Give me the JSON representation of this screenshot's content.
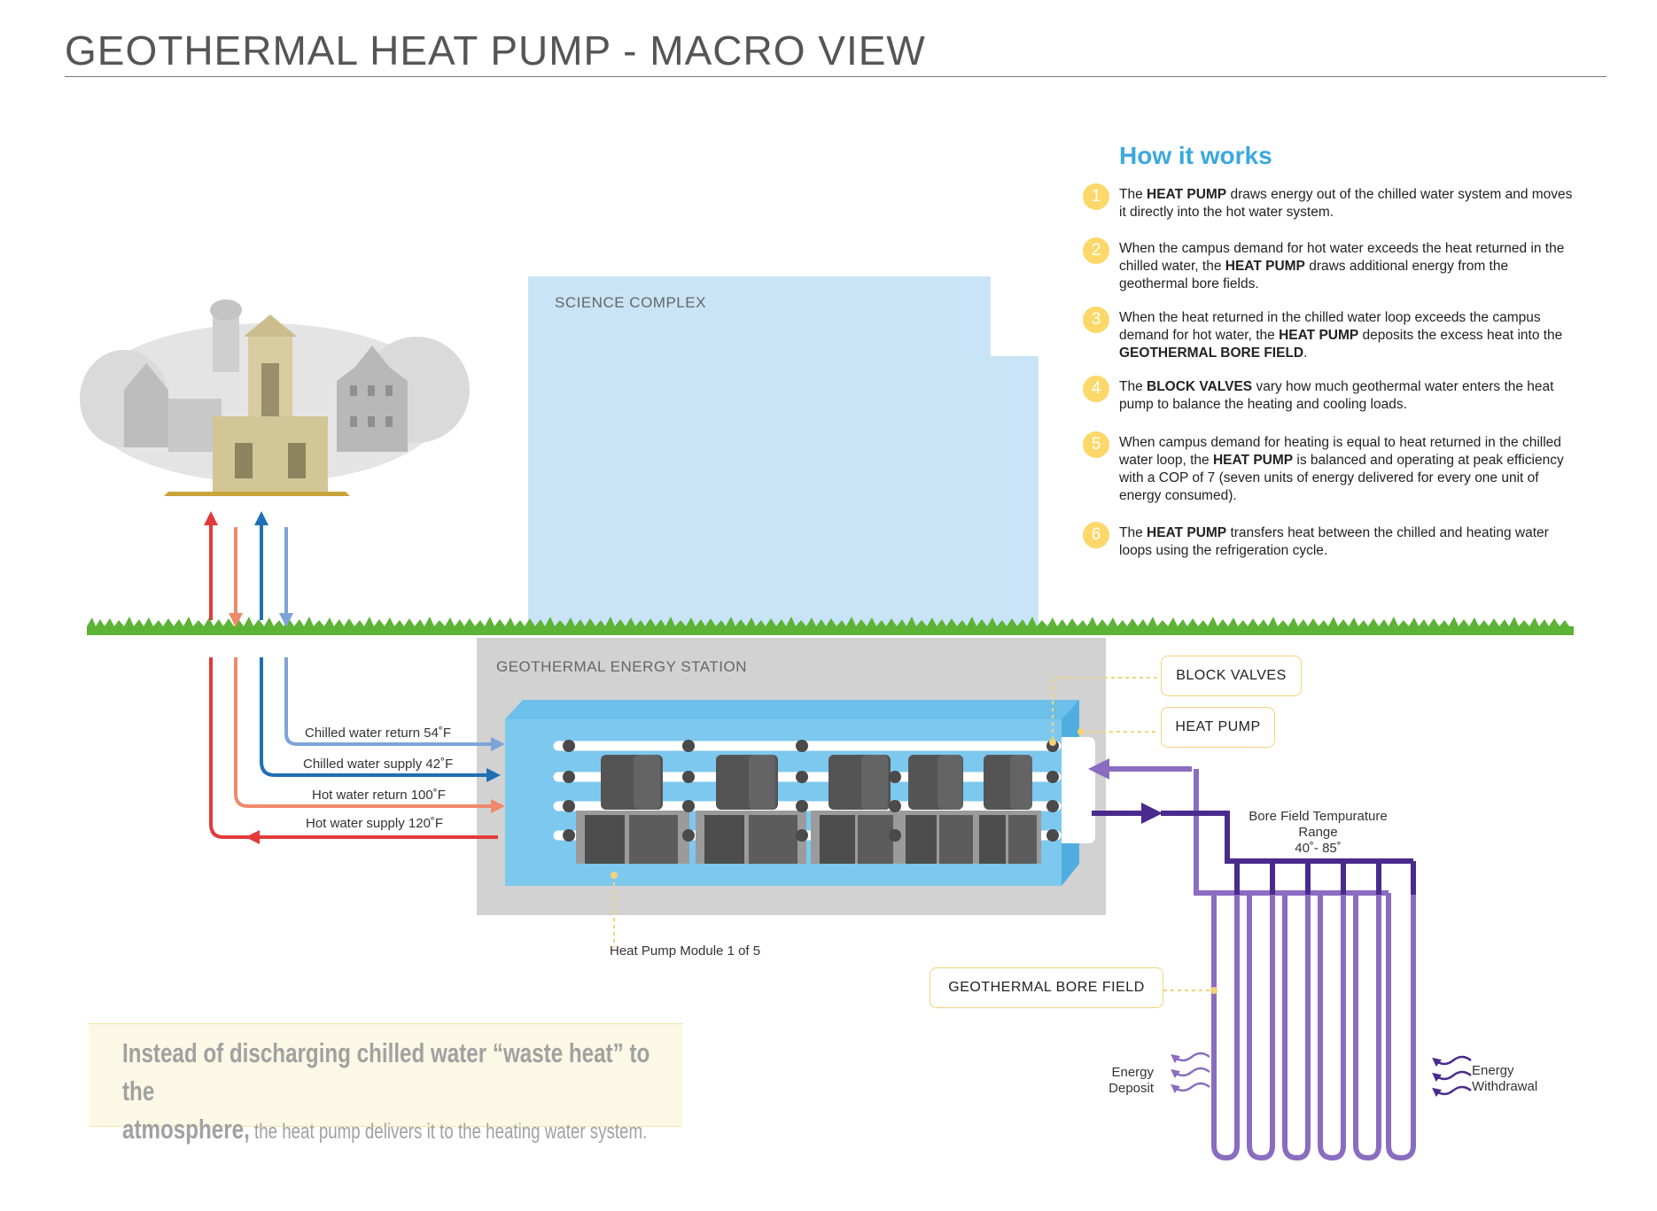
{
  "title": "GEOTHERMAL HEAT PUMP - MACRO VIEW",
  "how_it_works": {
    "heading": "How it works",
    "steps": [
      {
        "num": "1",
        "parts": [
          {
            "t": "The "
          },
          {
            "b": "HEAT PUMP"
          },
          {
            "t": " draws energy out of the chilled water system and moves it directly into the hot water system."
          }
        ]
      },
      {
        "num": "2",
        "parts": [
          {
            "t": "When the campus demand for hot water exceeds the heat returned in the chilled water, the "
          },
          {
            "b": "HEAT PUMP"
          },
          {
            "t": " draws additional energy from the geothermal bore fields."
          }
        ]
      },
      {
        "num": "3",
        "parts": [
          {
            "t": "When the heat returned in the chilled water loop exceeds the campus demand for hot water, the "
          },
          {
            "b": "HEAT PUMP"
          },
          {
            "t": " deposits the excess heat into the "
          },
          {
            "b": "GEOTHERMAL BORE FIELD"
          },
          {
            "t": "."
          }
        ]
      },
      {
        "num": "4",
        "parts": [
          {
            "t": "The "
          },
          {
            "b": "BLOCK VALVES"
          },
          {
            "t": " vary how much geothermal water enters the heat pump to balance the heating and cooling loads."
          }
        ]
      },
      {
        "num": "5",
        "parts": [
          {
            "t": "When campus demand for heating is equal to heat returned in the chilled water loop, the "
          },
          {
            "b": "HEAT PUMP"
          },
          {
            "t": " is balanced and operating at peak efficiency with a COP of 7 (seven units of energy delivered for every one unit of energy consumed)."
          }
        ]
      },
      {
        "num": "6",
        "parts": [
          {
            "t": "The "
          },
          {
            "b": "HEAT PUMP"
          },
          {
            "t": " transfers heat between the chilled and heating water loops using the refrigeration cycle."
          }
        ]
      }
    ]
  },
  "buildings": {
    "science_complex": "SCIENCE COMPLEX",
    "geothermal_station": "GEOTHERMAL ENERGY STATION"
  },
  "pipes": {
    "chilled_return": "Chilled water return 54˚F",
    "chilled_supply": "Chilled water supply 42˚F",
    "hot_return": "Hot water return  100˚F",
    "hot_supply": "Hot water supply  120˚F"
  },
  "callouts": {
    "block_valves": "BLOCK VALVES",
    "heat_pump": "HEAT PUMP",
    "bore_field": "GEOTHERMAL BORE FIELD"
  },
  "module_label": "Heat Pump Module 1 of 5",
  "bore_range": {
    "line1": "Bore Field Tempurature",
    "line2": "Range",
    "line3": "40˚- 85˚"
  },
  "energy": {
    "deposit_1": "Energy",
    "deposit_2": "Deposit",
    "withdrawal_1": "Energy",
    "withdrawal_2": "Withdrawal"
  },
  "quote": {
    "part1": "Instead of discharging chilled water ",
    "part2": "“waste heat”",
    "part3": "  to the",
    "part4": "atmosphere,",
    "part5": " the heat pump delivers it to the heating water system."
  },
  "colors": {
    "sky_blue": "#c9e4f6",
    "station_gray": "#d2d2d3",
    "hot": "#e23a3a",
    "hot_return": "#ee8a6a",
    "chilled_supply": "#1f6fb4",
    "chilled_return": "#7ea3d8",
    "bore_dark": "#4a2a8c",
    "bore_light": "#8a6cc0",
    "accent_yellow": "#fcd86a",
    "heading_blue": "#3aa9e0",
    "grass": "#5cb335"
  }
}
